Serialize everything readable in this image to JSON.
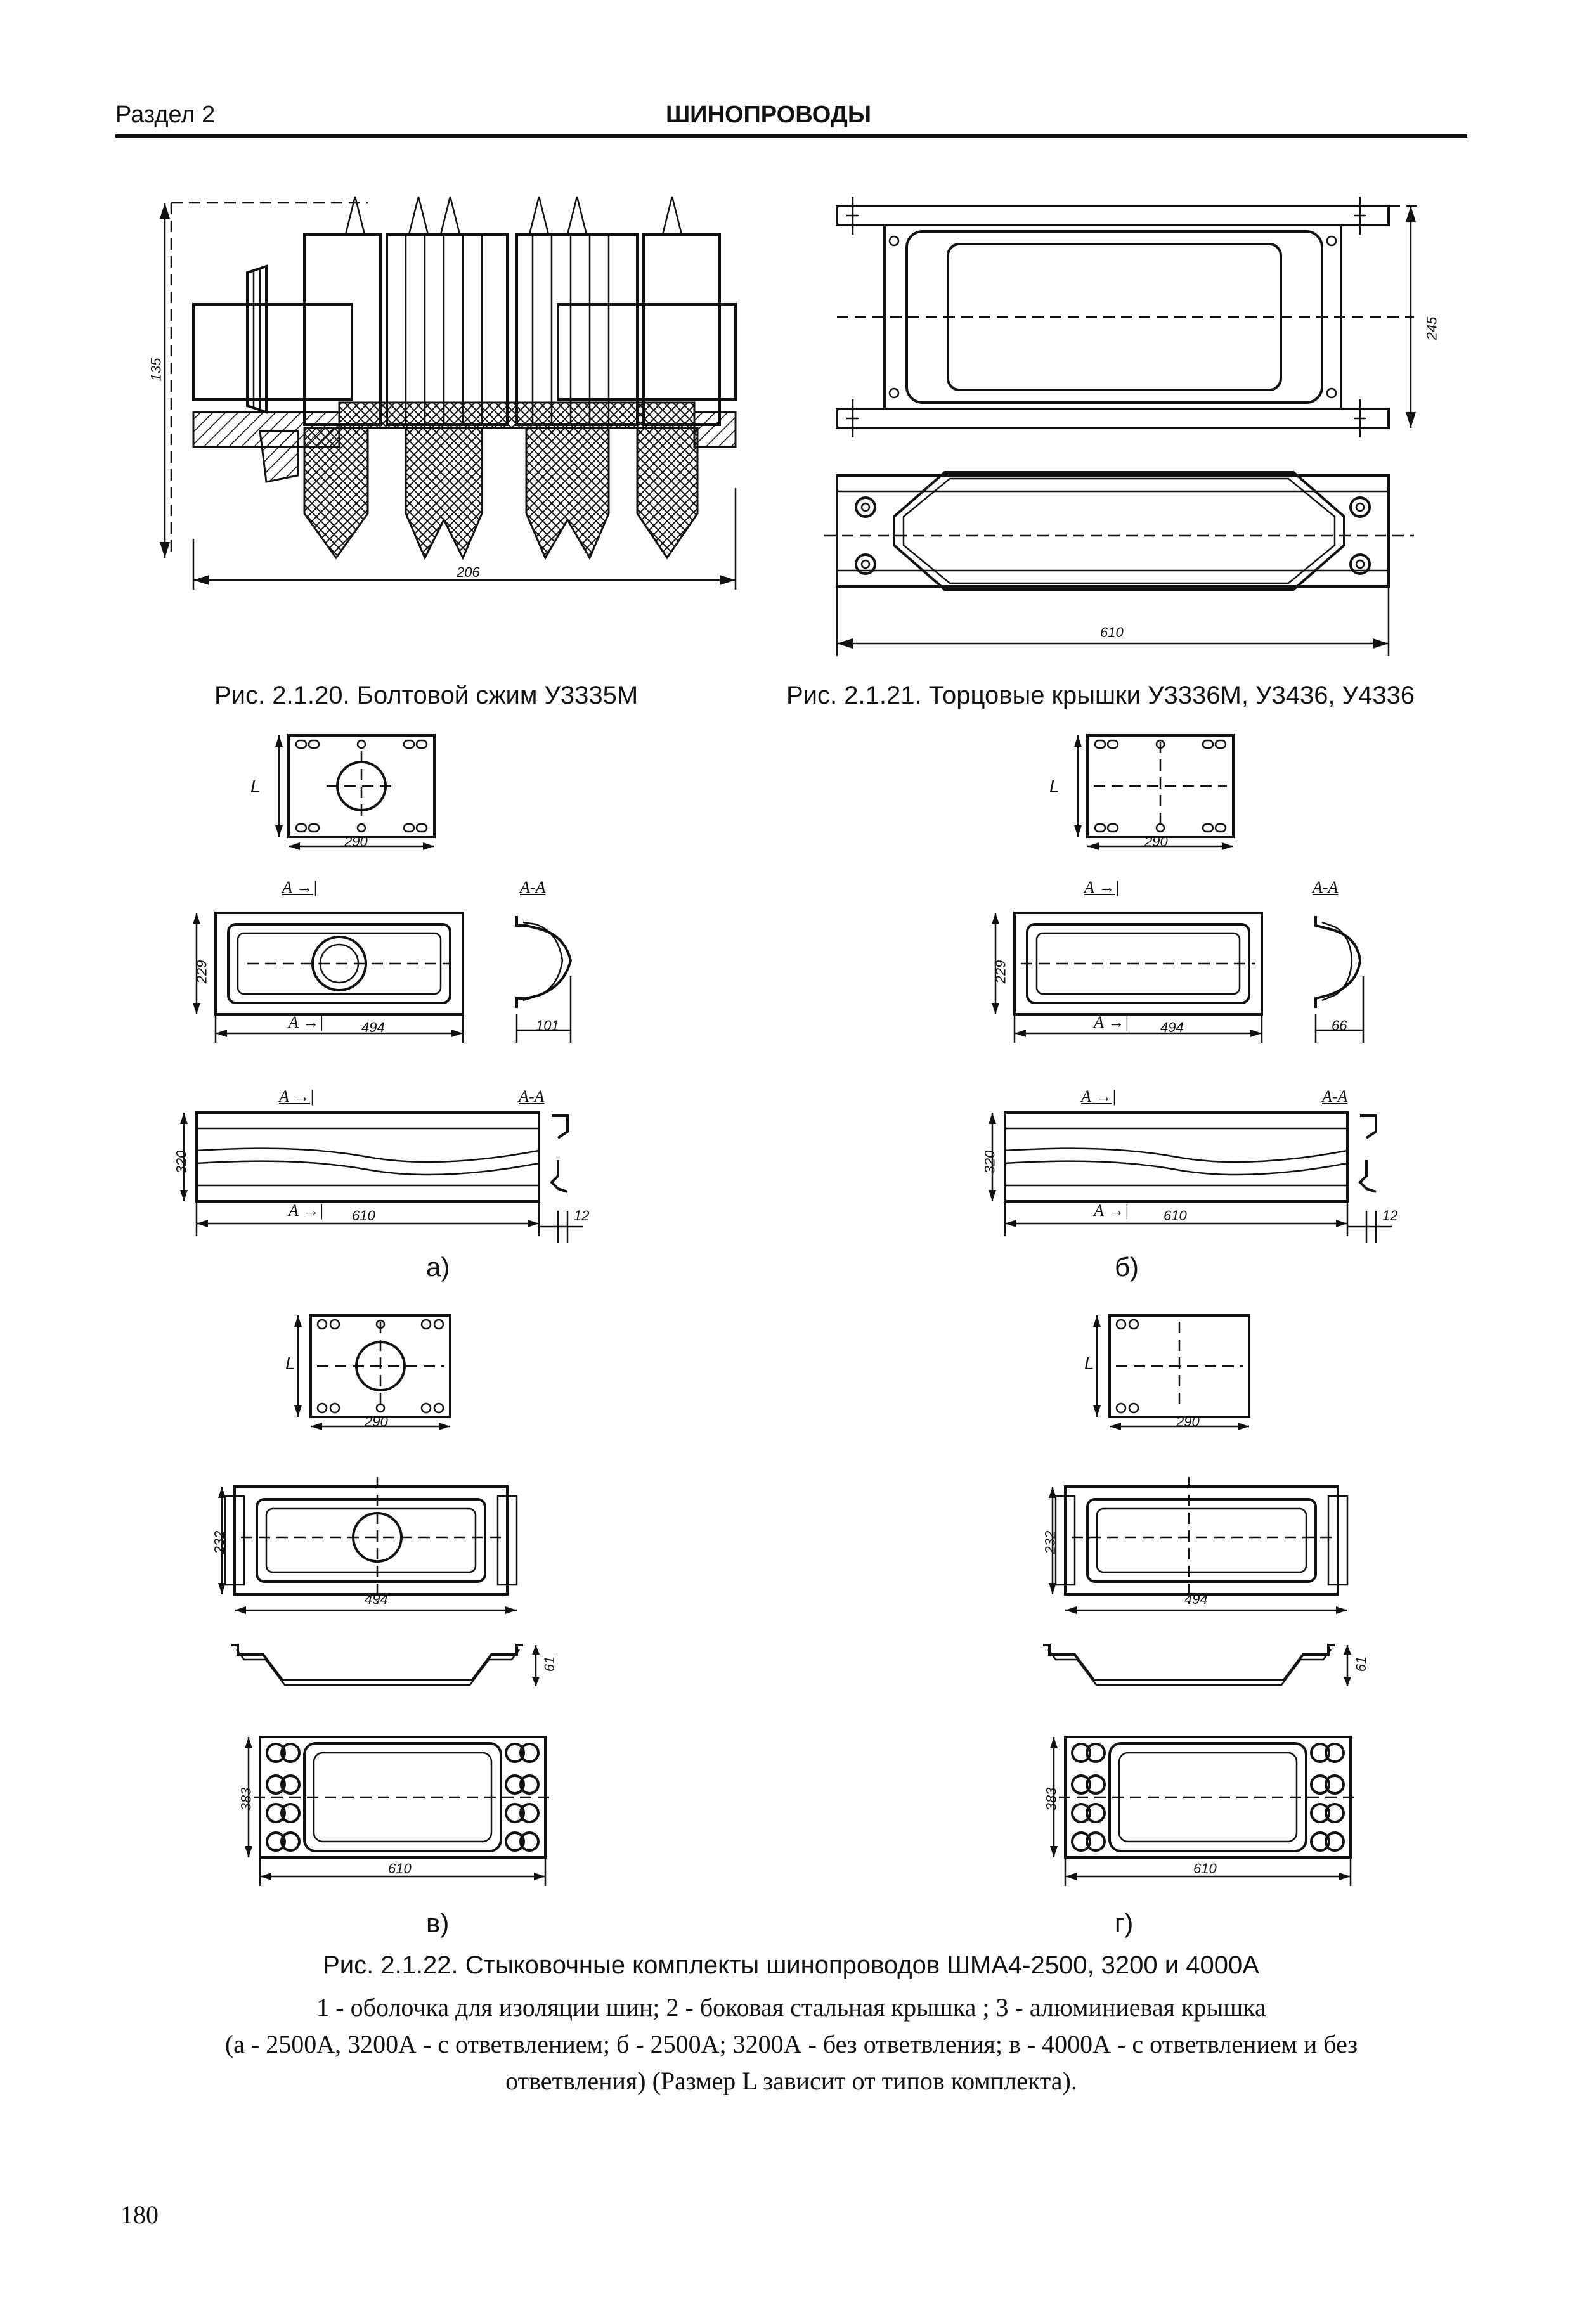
{
  "header": {
    "section": "Раздел 2",
    "title": "ШИНОПРОВОДЫ"
  },
  "fig_2_1_20": {
    "caption": "Рис. 2.1.20. Болтовой сжим У3335М",
    "dims": {
      "height": "135",
      "width": "206"
    }
  },
  "fig_2_1_21": {
    "caption": "Рис. 2.1.21. Торцовые крышки У3336М, У3436, У4336",
    "dims": {
      "height": "245",
      "width": "610"
    }
  },
  "fig_a": {
    "label": "а)",
    "dims": {
      "plate_l": "L",
      "plate_w": "290",
      "cover_h": "229",
      "cover_w": "494",
      "sec1_w": "101",
      "side_h": "320",
      "side_w": "610",
      "sec2_w": "12"
    },
    "section_marks": {
      "arrow": "А",
      "section": "А-А"
    }
  },
  "fig_b": {
    "label": "б)",
    "dims": {
      "plate_l": "L",
      "plate_w": "290",
      "cover_h": "229",
      "cover_w": "494",
      "sec1_w": "66",
      "side_h": "320",
      "side_w": "610",
      "sec2_w": "12"
    },
    "section_marks": {
      "arrow": "А",
      "section": "А-А"
    }
  },
  "fig_v": {
    "label": "в)",
    "dims": {
      "plate_l": "L",
      "plate_w": "290",
      "cover_h": "232",
      "cover_w": "494",
      "profile_h": "61",
      "frame_h": "383",
      "frame_w": "610"
    }
  },
  "fig_g": {
    "label": "г)",
    "dims": {
      "plate_l": "L",
      "plate_w": "290",
      "cover_h": "232",
      "cover_w": "494",
      "profile_h": "61",
      "frame_h": "383",
      "frame_w": "610"
    }
  },
  "fig_2_1_22": {
    "caption": "Рис. 2.1.22. Стыковочные комплекты шинопроводов ШМА4-2500, 3200 и 4000А",
    "legend_lines": [
      "1 - оболочка для изоляции шин; 2 - боковая стальная крышка ; 3 - алюминиевая крышка",
      "(а - 2500А, 3200А - с ответвлением; б - 2500А; 3200А - без ответвления; в - 4000А - с ответвлением и без",
      "ответвления) (Размер L зависит от типов комплекта)."
    ]
  },
  "page_number": "180"
}
